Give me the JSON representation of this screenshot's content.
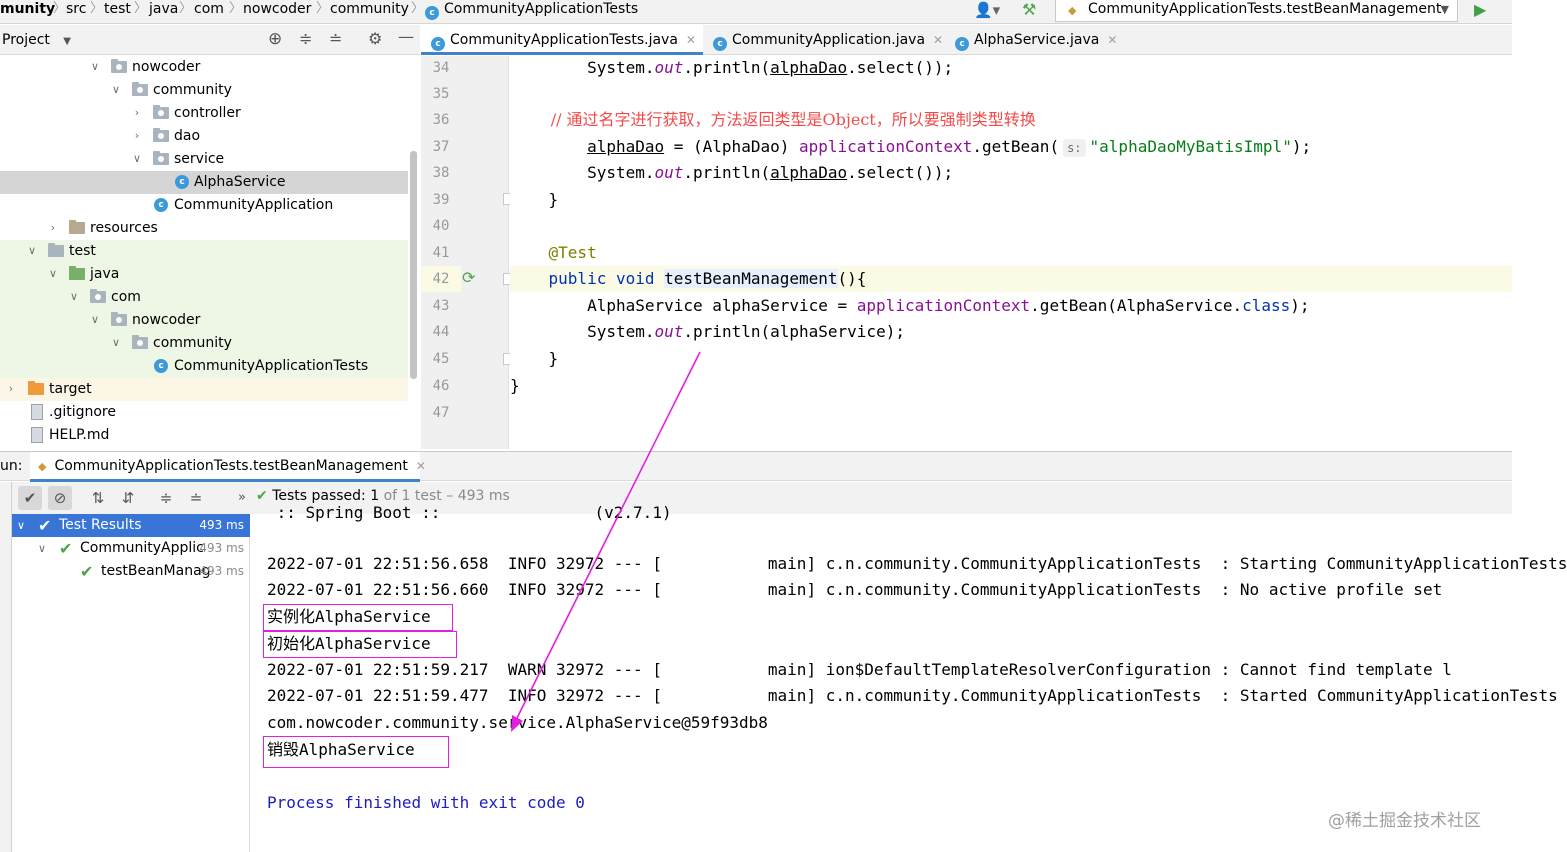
{
  "breadcrumbs": [
    "munity",
    "src",
    "test",
    "java",
    "com",
    "nowcoder",
    "community",
    "CommunityApplicationTests"
  ],
  "run_config": "CommunityApplicationTests.testBeanManagement",
  "project_panel": {
    "title": "Project",
    "tree": [
      {
        "label": "nowcoder"
      },
      {
        "label": "community"
      },
      {
        "label": "controller"
      },
      {
        "label": "dao"
      },
      {
        "label": "service"
      },
      {
        "label": "AlphaService"
      },
      {
        "label": "CommunityApplication"
      },
      {
        "label": "resources"
      },
      {
        "label": "test"
      },
      {
        "label": "java"
      },
      {
        "label": "com"
      },
      {
        "label": "nowcoder"
      },
      {
        "label": "community"
      },
      {
        "label": "CommunityApplicationTests"
      },
      {
        "label": "target"
      },
      {
        "label": ".gitignore"
      },
      {
        "label": "HELP.md"
      }
    ]
  },
  "editor": {
    "tabs": [
      {
        "label": "CommunityApplicationTests.java"
      },
      {
        "label": "CommunityApplication.java"
      },
      {
        "label": "AlphaService.java"
      }
    ],
    "line_numbers": [
      "34",
      "35",
      "36",
      "37",
      "38",
      "39",
      "40",
      "41",
      "42",
      "43",
      "44",
      "45",
      "46",
      "47"
    ],
    "code": {
      "l34_a": "        System.",
      "l34_b": "out",
      "l34_c": ".println(",
      "l34_d": "alphaDao",
      "l34_e": ".select());",
      "l36": "        // 通过名字进行获取，方法返回类型是Object，所以要强制类型转换",
      "l37_a": "        ",
      "l37_b": "alphaDao",
      "l37_c": " = (AlphaDao) ",
      "l37_d": "applicationContext",
      "l37_e": ".getBean(",
      "l37_hint": "s:",
      "l37_f": "\"alphaDaoMyBatisImpl\"",
      "l37_g": ");",
      "l38_a": "        System.",
      "l38_b": "out",
      "l38_c": ".println(",
      "l38_d": "alphaDao",
      "l38_e": ".select());",
      "l39": "    }",
      "l41": "    @Test",
      "l42_a": "    public void ",
      "l42_b": "testBeanManagement",
      "l42_c": "(){",
      "l43_a": "        AlphaService alphaService = ",
      "l43_b": "applicationContext",
      "l43_c": ".getBean(AlphaService.",
      "l43_d": "class",
      "l43_e": ");",
      "l44_a": "        System.",
      "l44_b": "out",
      "l44_c": ".println(alphaService);",
      "l45": "    }",
      "l46": "}"
    }
  },
  "run_panel": {
    "prefix": "un:",
    "tab_label": "CommunityApplicationTests.testBeanManagement",
    "status_label": "Tests passed:",
    "status_count": "1",
    "status_rest": "of 1 test – 493 ms",
    "results": [
      {
        "label": "Test Results",
        "time": "493 ms"
      },
      {
        "label": "CommunityApplic",
        "time": "493 ms"
      },
      {
        "label": "testBeanManag",
        "time": "493 ms"
      }
    ],
    "console": [
      " :: Spring Boot ::                (v2.7.1)",
      "2022-07-01 22:51:56.658  INFO 32972 --- [           main] c.n.community.CommunityApplicationTests  : Starting CommunityApplicationTests",
      "2022-07-01 22:51:56.660  INFO 32972 --- [           main] c.n.community.CommunityApplicationTests  : No active profile set",
      "实例化AlphaService",
      "初始化AlphaService",
      "2022-07-01 22:51:59.217  WARN 32972 --- [           main] ion$DefaultTemplateResolverConfiguration : Cannot find template l",
      "2022-07-01 22:51:59.477  INFO 32972 --- [           main] c.n.community.CommunityApplicationTests  : Started CommunityApplicationTests",
      "com.nowcoder.community.service.AlphaService@59f93db8",
      "销毁AlphaService",
      "Process finished with exit code 0"
    ]
  },
  "watermark": "@稀土掘金技术社区",
  "colors": {
    "annotation_box": "#e020e0",
    "arrow": "#e020e0",
    "selection": "#3875d7",
    "pass": "#4ca54b"
  }
}
